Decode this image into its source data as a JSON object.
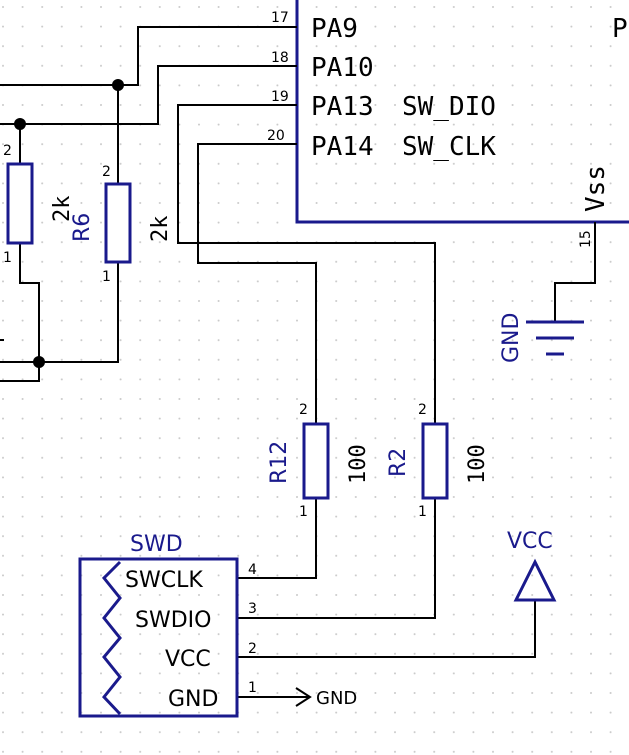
{
  "mcu": {
    "pins": [
      {
        "num": "17",
        "name": "PA9"
      },
      {
        "num": "18",
        "name": "PA10"
      },
      {
        "num": "19",
        "name": "PA13",
        "func": "SW_DIO"
      },
      {
        "num": "20",
        "name": "PA14",
        "func": "SW_CLK"
      }
    ],
    "vss_label": "Vss",
    "vss_pin": "15",
    "edge_letter": "P"
  },
  "resistors": {
    "r_left": {
      "pin_top": "2",
      "pin_bottom": "1",
      "value": "2k"
    },
    "r6": {
      "ref": "R6",
      "value": "2k",
      "pin_top": "2",
      "pin_bottom": "1"
    },
    "r12": {
      "ref": "R12",
      "value": "100",
      "pin_top": "2",
      "pin_bottom": "1"
    },
    "r2": {
      "ref": "R2",
      "value": "100",
      "pin_top": "2",
      "pin_bottom": "1"
    }
  },
  "gnd_symbol_label": "GND",
  "vcc_label": "VCC",
  "swd": {
    "title": "SWD",
    "pins": [
      {
        "num": "4",
        "name": "SWCLK"
      },
      {
        "num": "3",
        "name": "SWDIO"
      },
      {
        "num": "2",
        "name": "VCC"
      },
      {
        "num": "1",
        "name": "GND"
      }
    ],
    "gnd_net_label": "GND"
  },
  "colors": {
    "wire": "#000000",
    "symbol": "#1a1a8c",
    "grid_dot": "#c8c8c8"
  }
}
